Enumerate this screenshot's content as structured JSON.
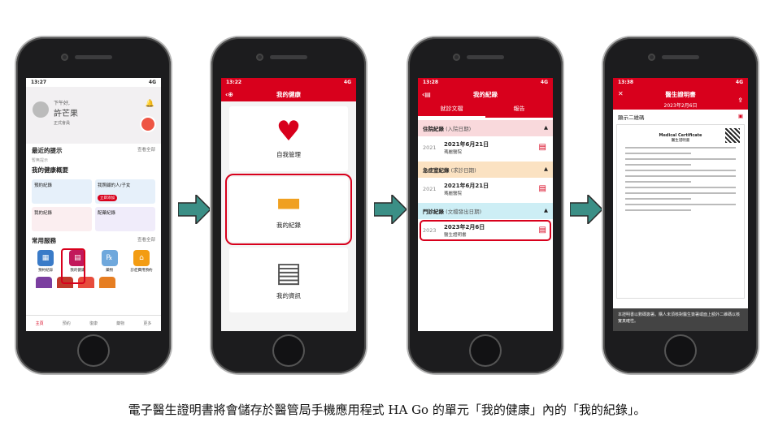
{
  "screen1": {
    "time": "13:27",
    "signal": "4G",
    "greeting": "下午好,",
    "name": "許芒果",
    "role": "正式會員",
    "recent_title": "最近的提示",
    "recent_more": "查看全部",
    "recent_empty": "暫無提示",
    "health_title": "我的健康概要",
    "cards": [
      "預約紀錄",
      "我照顧的人/子女",
      "我的紀錄",
      "配藥紀錄"
    ],
    "add_badge": "立即添加",
    "services_title": "常用服務",
    "services_more": "查看全部",
    "services": [
      "預約紀錄",
      "我的健康",
      "藥物",
      "診症費用預約"
    ],
    "tabs": [
      "主頁",
      "預約",
      "復康",
      "藥物",
      "更多"
    ]
  },
  "screen2": {
    "time": "13:22",
    "signal": "4G",
    "title": "我的健康",
    "cards": [
      "自我管理",
      "我的紀錄",
      "我的資訊"
    ]
  },
  "screen3": {
    "time": "13:28",
    "signal": "4G",
    "title": "我的紀錄",
    "tabs": [
      "就診文檔",
      "報告"
    ],
    "groups": [
      {
        "name": "住院紀錄",
        "tag": "(入院日期)",
        "year": "2021",
        "date": "2021年6月21日",
        "hospital": "瑪麗醫院"
      },
      {
        "name": "急症室紀錄",
        "tag": "(求診日期)",
        "year": "2021",
        "date": "2021年6月21日",
        "hospital": "瑪麗醫院"
      },
      {
        "name": "門診紀錄",
        "tag": "(文檔發出日期)",
        "year": "2023",
        "date": "2023年2月6日",
        "hospital": "醫生證明書"
      }
    ]
  },
  "screen4": {
    "time": "13:38",
    "signal": "4G",
    "title": "醫生證明書",
    "subtitle": "2023年2月6日",
    "qr_label": "顯示二維碼",
    "cert_title": "Medical Certificate",
    "cert_title_zh": "醫生證明書",
    "footer": "本證明書以數碼簽署。購人未須核對醫生簽署或面上額外二維碼以核實真確性。"
  },
  "caption": "電子醫生證明書將會儲存於醫管局手機應用程式 HA Go 的單元「我的健康」內的「我的紀錄」。",
  "colors": {
    "accent": "#d8001c",
    "arrow": "#3b8f86"
  }
}
